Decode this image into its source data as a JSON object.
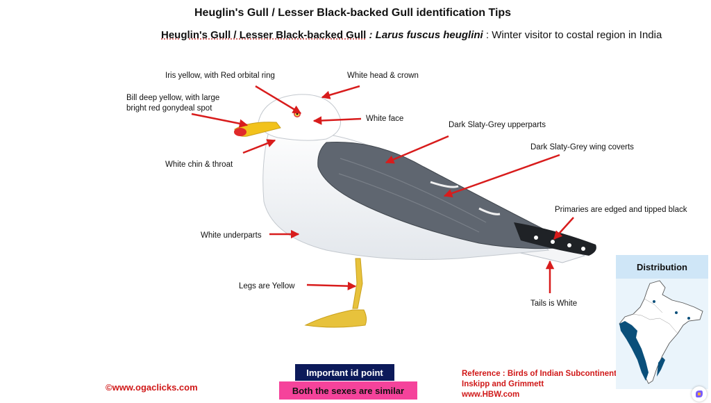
{
  "header": {
    "title": "Heuglin's Gull / Lesser Black-backed Gull identification Tips",
    "subtitle_name": "Heuglin's Gull / Lesser Black-backed Gull",
    "subtitle_sep": " : ",
    "subtitle_sci": "Larus fuscus heuglini",
    "subtitle_desc": " :  Winter visitor to costal  region in India"
  },
  "labels": {
    "iris": "Iris yellow, with Red orbital ring",
    "head": "White head & crown",
    "bill_1": "Bill deep yellow, with large",
    "bill_2": "bright red gonydeal spot",
    "face": "White face",
    "upperparts": "Dark Slaty-Grey upperparts",
    "coverts": "Dark Slaty-Grey wing coverts",
    "chin": "White chin & throat",
    "primaries": "Primaries are edged and tipped black",
    "underparts": "White underparts",
    "legs": "Legs are Yellow",
    "tail": "Tails is White"
  },
  "footer": {
    "important": "Important  id point",
    "sexes": "Both the sexes are similar",
    "site": "©www.ogaclicks.com",
    "ref_1": "Reference : Birds of Indian Subcontinent",
    "ref_2": "Inskipp and Grimmett",
    "ref_3": "www.HBW.com"
  },
  "distribution": {
    "title": "Distribution"
  },
  "colors": {
    "arrow": "#d81c1c",
    "wing": "#5f6670",
    "bill": "#f2c21b",
    "legs": "#e7c23c",
    "range": "#0a4f7a",
    "navy": "#0c1a5a",
    "pink": "#f5439b"
  }
}
